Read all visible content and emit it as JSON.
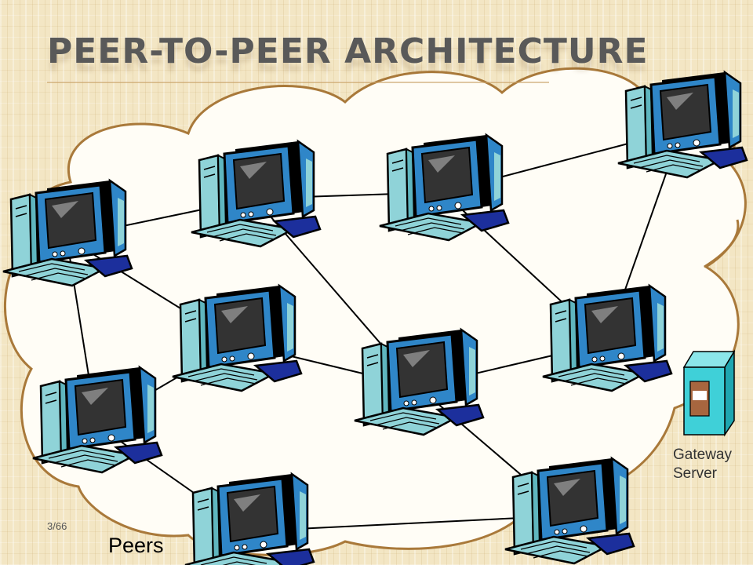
{
  "slide": {
    "title": "PEER-TO-PEER ARCHITECTURE",
    "slide_number": "3/66",
    "peers_label": "Peers",
    "gateway_label_line1": "Gateway",
    "gateway_label_line2": "Server"
  },
  "colors": {
    "cloud_fill": "#fffdf6",
    "cloud_stroke": "#a9793a",
    "monitor_blue": "#2f86c8",
    "case_teal": "#8fd3d8",
    "keyboard_dark_blue": "#1c2f9c",
    "server_teal": "#3fd0d8",
    "server_panel": "#a7663f"
  },
  "diagram": {
    "nodes": [
      {
        "id": "peer-1",
        "kind": "peer"
      },
      {
        "id": "peer-2",
        "kind": "peer"
      },
      {
        "id": "peer-3",
        "kind": "peer"
      },
      {
        "id": "peer-4",
        "kind": "peer"
      },
      {
        "id": "peer-5",
        "kind": "peer"
      },
      {
        "id": "peer-6",
        "kind": "peer"
      },
      {
        "id": "peer-7",
        "kind": "peer"
      },
      {
        "id": "peer-8",
        "kind": "peer"
      },
      {
        "id": "peer-9",
        "kind": "peer"
      },
      {
        "id": "peer-10",
        "kind": "peer"
      },
      {
        "id": "peer-11",
        "kind": "peer"
      },
      {
        "id": "gateway-server",
        "kind": "server"
      }
    ],
    "edges": [
      [
        "peer-1",
        "peer-2"
      ],
      [
        "peer-2",
        "peer-3"
      ],
      [
        "peer-3",
        "peer-4"
      ],
      [
        "peer-1",
        "peer-5"
      ],
      [
        "peer-1",
        "peer-8"
      ],
      [
        "peer-2",
        "peer-6"
      ],
      [
        "peer-3",
        "peer-7"
      ],
      [
        "peer-4",
        "peer-7"
      ],
      [
        "peer-5",
        "peer-6"
      ],
      [
        "peer-6",
        "peer-7"
      ],
      [
        "peer-5",
        "peer-8"
      ],
      [
        "peer-8",
        "peer-9"
      ],
      [
        "peer-9",
        "peer-10"
      ],
      [
        "peer-6",
        "peer-10"
      ]
    ]
  }
}
